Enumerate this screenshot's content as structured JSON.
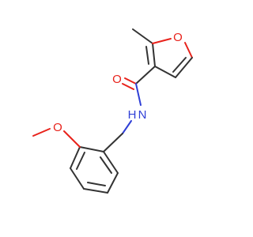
{
  "molecule": {
    "atoms": {
      "furan_oxygen": "O",
      "carbonyl_oxygen": "O",
      "amide_nitrogen": "N",
      "amide_hydrogen": "H",
      "methoxy_oxygen": "O"
    },
    "colors": {
      "bond": "#333333",
      "oxygen": "#e8221b",
      "nitrogen": "#2f3fd6"
    }
  }
}
